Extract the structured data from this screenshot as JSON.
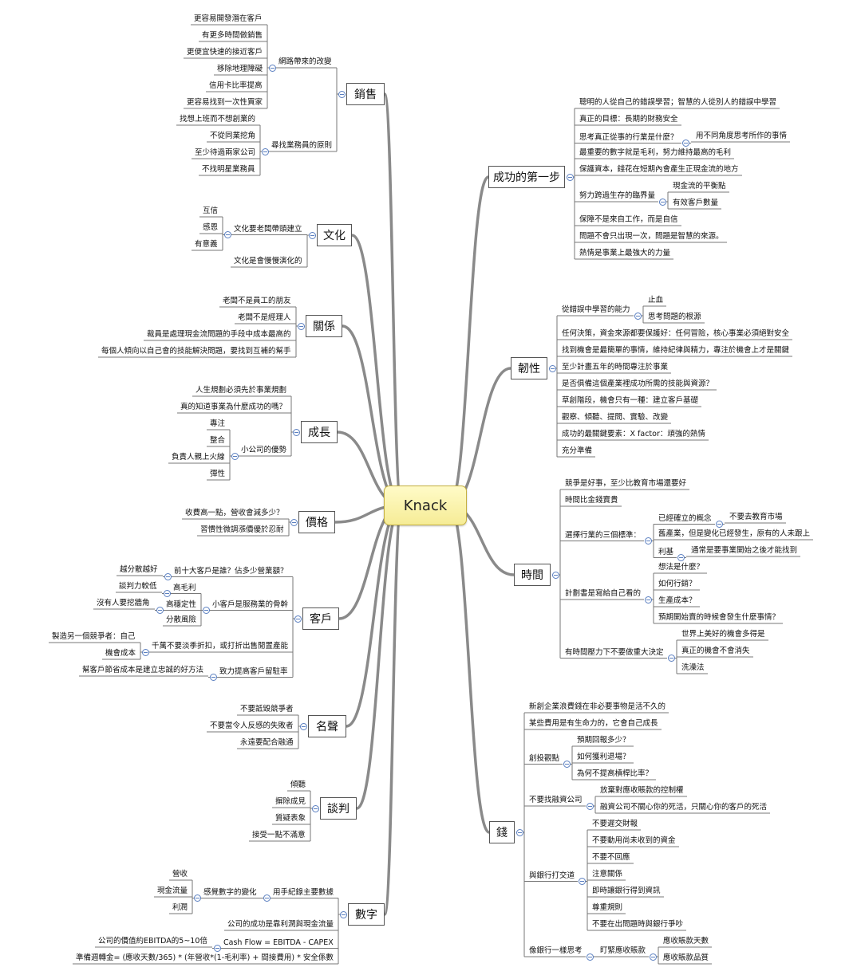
{
  "root": {
    "label": "Knack"
  },
  "branches": [
    {
      "id": "b1",
      "label": "銷售",
      "side": "L",
      "children": [
        {
          "label": "網路帶來的改變",
          "children": [
            {
              "label": "更容易開發潛在客戶"
            },
            {
              "label": "有更多時間做銷售"
            },
            {
              "label": "更便宜快速的接近客戶"
            },
            {
              "label": "移除地理障礙"
            },
            {
              "label": "信用卡比率提高"
            },
            {
              "label": "更容易找到一次性買家"
            }
          ]
        },
        {
          "label": "尋找業務員的原則",
          "children": [
            {
              "label": "找想上班而不想創業的"
            },
            {
              "label": "不從同業挖角"
            },
            {
              "label": "至少待過兩家公司"
            },
            {
              "label": "不找明星業務員"
            }
          ]
        }
      ]
    },
    {
      "id": "b2",
      "label": "文化",
      "side": "L",
      "children": [
        {
          "label": "文化要老闆帶頭建立",
          "children": [
            {
              "label": "互信"
            },
            {
              "label": "感恩"
            },
            {
              "label": "有意義"
            }
          ]
        },
        {
          "label": "文化是會慢慢演化的"
        }
      ]
    },
    {
      "id": "b3",
      "label": "關係",
      "side": "L",
      "children": [
        {
          "label": "老闆不是員工的朋友"
        },
        {
          "label": "老闆不是經理人"
        },
        {
          "label": "裁員是處理現金流問題的手段中成本最高的"
        },
        {
          "label": "每個人傾向以自己會的技能解決問題，要找到互補的幫手"
        }
      ]
    },
    {
      "id": "b4",
      "label": "成長",
      "side": "L",
      "children": [
        {
          "label": "人生規劃必須先於事業規劃"
        },
        {
          "label": "真的知道事業為什麼成功的嗎？"
        },
        {
          "label": "小公司的優勢",
          "children": [
            {
              "label": "專注"
            },
            {
              "label": "整合"
            },
            {
              "label": "負責人親上火線"
            },
            {
              "label": "彈性"
            }
          ]
        }
      ]
    },
    {
      "id": "b5",
      "label": "價格",
      "side": "L",
      "children": [
        {
          "label": "收費高一點，營收會減多少？"
        },
        {
          "label": "習慣性微調漲價優於忍耐"
        }
      ]
    },
    {
      "id": "b6",
      "label": "客戶",
      "side": "L",
      "children": [
        {
          "label": "前十大客戶是誰？佔多少營業額？",
          "children": [
            {
              "label": "越分散越好"
            }
          ]
        },
        {
          "label": "小客戶是服務業的骨幹",
          "children": [
            {
              "label": "高毛利",
              "children": [
                {
                  "label": "談判力較低"
                }
              ]
            },
            {
              "label": "高穩定性",
              "children": [
                {
                  "label": "沒有人要挖牆角"
                }
              ]
            },
            {
              "label": "分散風險"
            }
          ]
        },
        {
          "label": "千萬不要淡季折扣，或打折出售閒置產能",
          "children": [
            {
              "label": "製造另一個競爭者：自己"
            },
            {
              "label": "機會成本"
            }
          ]
        },
        {
          "label": "致力提高客戶留駐率",
          "children": [
            {
              "label": "幫客戶節省成本是建立忠誠的好方法"
            }
          ]
        }
      ]
    },
    {
      "id": "b7",
      "label": "名聲",
      "side": "L",
      "children": [
        {
          "label": "不要詆毀競爭者"
        },
        {
          "label": "不要當令人反感的失敗者"
        },
        {
          "label": "永遠要配合融通"
        }
      ]
    },
    {
      "id": "b8",
      "label": "談判",
      "side": "L",
      "children": [
        {
          "label": "傾聽"
        },
        {
          "label": "摒除成見"
        },
        {
          "label": "質疑表象"
        },
        {
          "label": "接受一點不滿意"
        }
      ]
    },
    {
      "id": "b9",
      "label": "數字",
      "side": "L",
      "children": [
        {
          "label": "用手紀錄主要數據",
          "children": [
            {
              "label": "感覺數字的變化",
              "children": [
                {
                  "label": "營收"
                },
                {
                  "label": "現金流量"
                },
                {
                  "label": "利潤"
                }
              ]
            }
          ]
        },
        {
          "label": "公司的成功是靠利潤與現金流量"
        },
        {
          "label": "Cash Flow = EBITDA - CAPEX",
          "children": [
            {
              "label": "公司的價值約EBITDA的5~10倍"
            }
          ]
        },
        {
          "label": "準備週轉金= (應收天數/365) * (年營收*(1-毛利率) + 間接費用) * 安全係數"
        }
      ]
    },
    {
      "id": "b10",
      "label": "成功的第一步",
      "side": "R",
      "children": [
        {
          "label": "聰明的人從自己的錯誤學習；智慧的人從別人的錯誤中學習"
        },
        {
          "label": "真正的目標：長期的財務安全"
        },
        {
          "label": "思考真正從事的行業是什麼？",
          "children": [
            {
              "label": "用不同角度思考所作的事情"
            }
          ]
        },
        {
          "label": "最重要的數字就是毛利，努力維持最高的毛利"
        },
        {
          "label": "保護資本，錢花在短期內會產生正現金流的地方"
        },
        {
          "label": "努力跨過生存的臨界量",
          "children": [
            {
              "label": "現金流的平衡點"
            },
            {
              "label": "有效客戶數量"
            }
          ]
        },
        {
          "label": "保障不是來自工作，而是自信"
        },
        {
          "label": "問題不會只出現一次，問題是智慧的來源。"
        },
        {
          "label": "熱情是事業上最強大的力量"
        }
      ]
    },
    {
      "id": "b11",
      "label": "韌性",
      "side": "R",
      "children": [
        {
          "label": "從錯誤中學習的能力",
          "children": [
            {
              "label": "止血"
            },
            {
              "label": "思考問題的根源"
            }
          ]
        },
        {
          "label": "任何決策，資金來源都要保護好：任何冒險，核心事業必須絕對安全"
        },
        {
          "label": "找到機會是最簡單的事情，維持紀律與精力，專注於機會上才是關鍵"
        },
        {
          "label": "至少計畫五年的時間專注於事業"
        },
        {
          "label": "是否俱備這個產業裡成功所需的技能與資源？"
        },
        {
          "label": "草創階段，機會只有一種：建立客戶基礎"
        },
        {
          "label": "觀察、傾聽、提問、實驗、改變"
        },
        {
          "label": "成功的最關鍵要素：X factor：頑強的熱情"
        },
        {
          "label": "充分準備"
        }
      ]
    },
    {
      "id": "b12",
      "label": "時間",
      "side": "R",
      "children": [
        {
          "label": "競爭是好事，至少比教育市場還要好"
        },
        {
          "label": "時間比金錢寶貴"
        },
        {
          "label": "選擇行業的三個標準：",
          "children": [
            {
              "label": "已經確立的概念",
              "children": [
                {
                  "label": "不要去教育市場"
                }
              ]
            },
            {
              "label": "舊產業，但是變化已經發生，原有的人未跟上"
            },
            {
              "label": "利基",
              "children": [
                {
                  "label": "通常是要事業開始之後才能找到"
                }
              ]
            }
          ]
        },
        {
          "label": "計劃書是寫給自己看的",
          "children": [
            {
              "label": "想法是什麼？"
            },
            {
              "label": "如何行銷？"
            },
            {
              "label": "生產成本？"
            },
            {
              "label": "預期開始賣的時候會發生什麼事情？"
            }
          ]
        },
        {
          "label": "有時間壓力下不要做重大決定",
          "children": [
            {
              "label": "世界上美好的機會多得是"
            },
            {
              "label": "真正的機會不會消失"
            },
            {
              "label": "洗澡法"
            }
          ]
        }
      ]
    },
    {
      "id": "b13",
      "label": "錢",
      "side": "R",
      "children": [
        {
          "label": "新創企業浪費錢在非必要事物是活不久的"
        },
        {
          "label": "某些費用是有生命力的，它會自己成長"
        },
        {
          "label": "創投觀點",
          "children": [
            {
              "label": "預期回報多少？"
            },
            {
              "label": "如何獲利退場？"
            },
            {
              "label": "為何不提高槓桿比率？"
            }
          ]
        },
        {
          "label": "不要找融資公司",
          "children": [
            {
              "label": "放棄對應收賬款的控制權"
            },
            {
              "label": "融資公司不關心你的死活，只關心你的客戶的死活"
            }
          ]
        },
        {
          "label": "與銀行打交道",
          "children": [
            {
              "label": "不要遲交財報"
            },
            {
              "label": "不要動用尚未收到的資金"
            },
            {
              "label": "不要不回應"
            },
            {
              "label": "注意關係"
            },
            {
              "label": "即時讓銀行得到資訊"
            },
            {
              "label": "尊重規則"
            },
            {
              "label": "不要在出問題時與銀行爭吵"
            }
          ]
        },
        {
          "label": "像銀行一樣思考",
          "children": [
            {
              "label": "盯緊應收賬款",
              "children": [
                {
                  "label": "應收賬款天數"
                },
                {
                  "label": "應收賬款品質"
                }
              ]
            }
          ]
        }
      ]
    }
  ]
}
